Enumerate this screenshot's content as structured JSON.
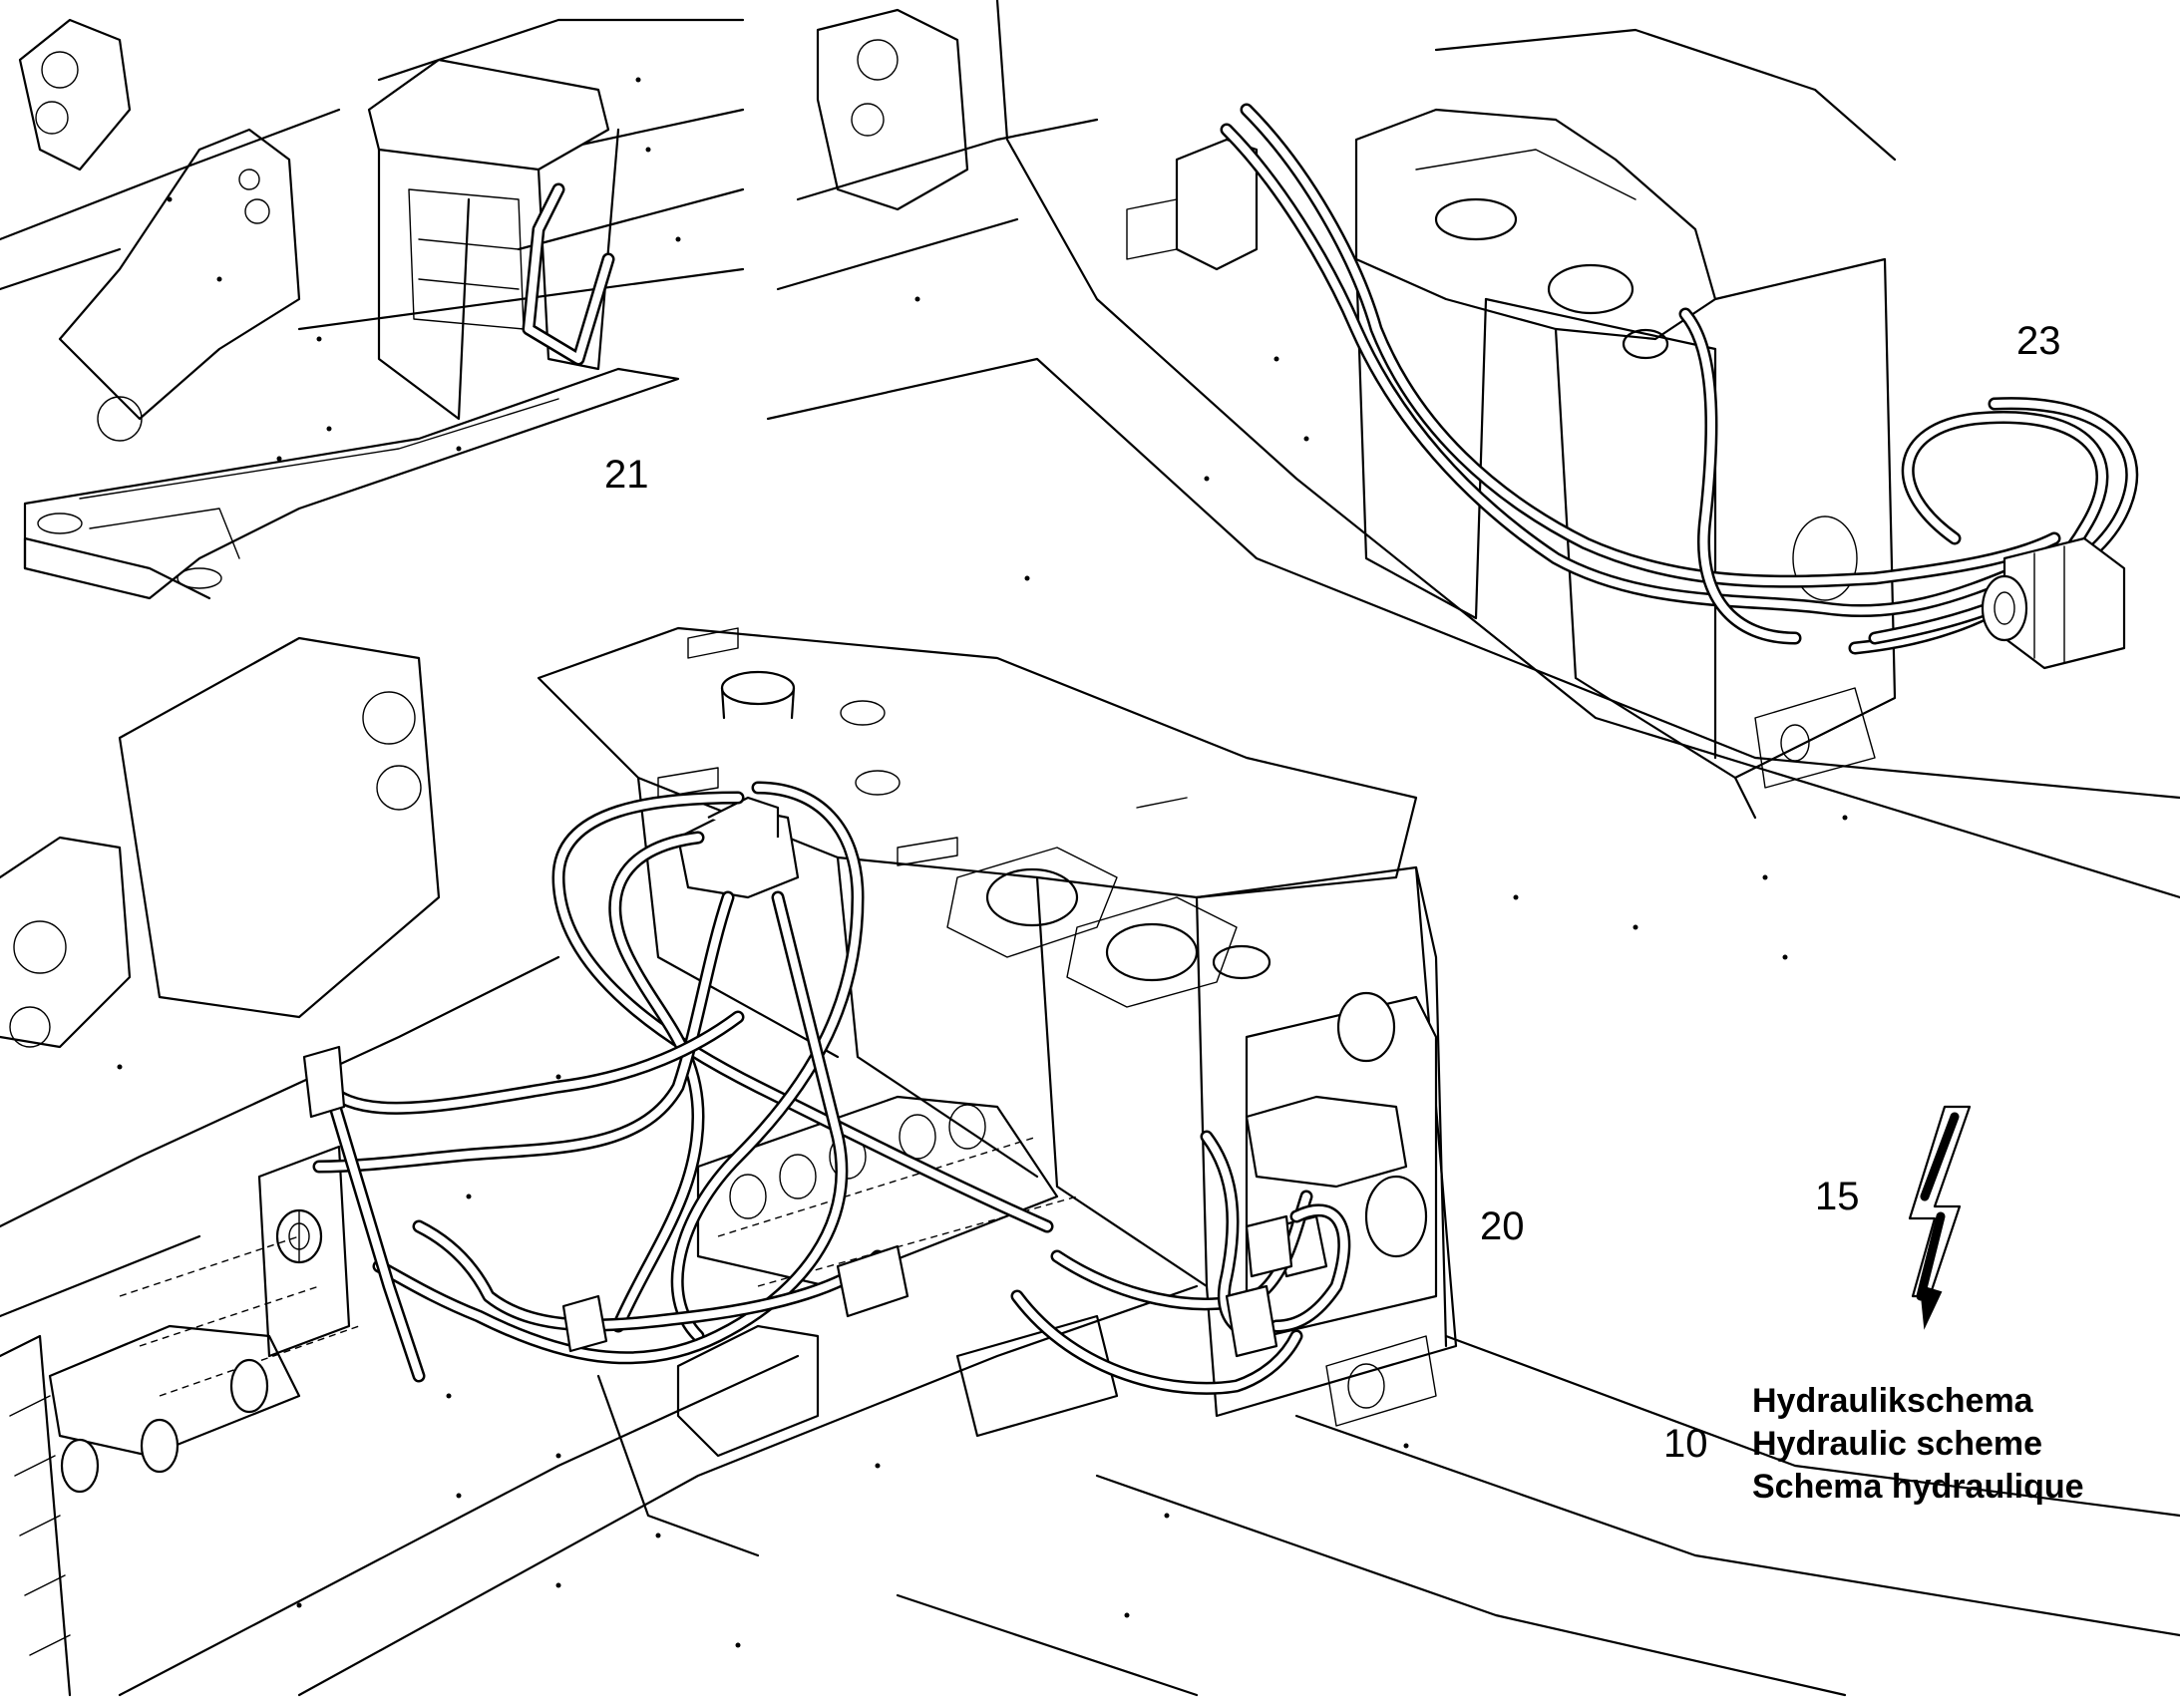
{
  "callouts": {
    "item_21": "21",
    "item_23": "23",
    "item_20": "20",
    "item_15": "15",
    "item_10": "10"
  },
  "legend": {
    "line_de": "Hydraulikschema",
    "line_en": "Hydraulic scheme",
    "line_fr": "Schema hydraulique"
  },
  "colors": {
    "line": "#000000",
    "background": "#ffffff"
  },
  "icons": {
    "electrical_symbol": "lightning-bolt-arrow"
  }
}
